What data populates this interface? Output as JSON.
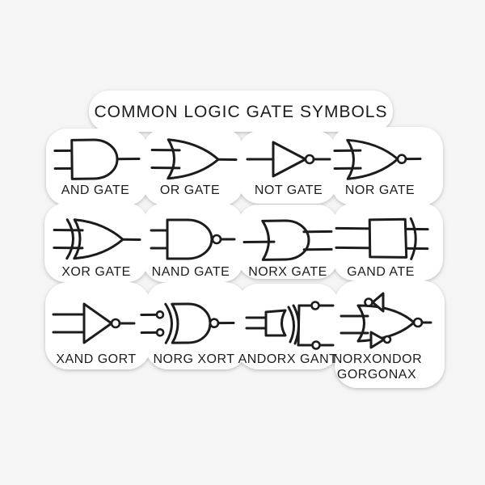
{
  "colors": {
    "background": "#f5f5f6",
    "sticker_paper": "#ffffff",
    "ink": "#1c1c1c"
  },
  "sticker": {
    "title": "COMMON LOGIC GATE SYMBOLS",
    "gates": [
      {
        "id": "and",
        "label": "AND GATE"
      },
      {
        "id": "or",
        "label": "OR GATE"
      },
      {
        "id": "not",
        "label": "NOT GATE"
      },
      {
        "id": "nor",
        "label": "NOR GATE"
      },
      {
        "id": "xor",
        "label": "XOR GATE"
      },
      {
        "id": "nand",
        "label": "NAND GATE"
      },
      {
        "id": "norx",
        "label": "NORX GATE"
      },
      {
        "id": "gand",
        "label": "GAND ATE"
      },
      {
        "id": "xand-gort",
        "label": "XAND GORT"
      },
      {
        "id": "norg-xort",
        "label": "NORG XORT"
      },
      {
        "id": "andorx-gant",
        "label": "ANDORX GANT"
      },
      {
        "id": "norxondor-gorgonax",
        "label": "NORXONDOR",
        "label2": "GORGONAX"
      }
    ]
  }
}
